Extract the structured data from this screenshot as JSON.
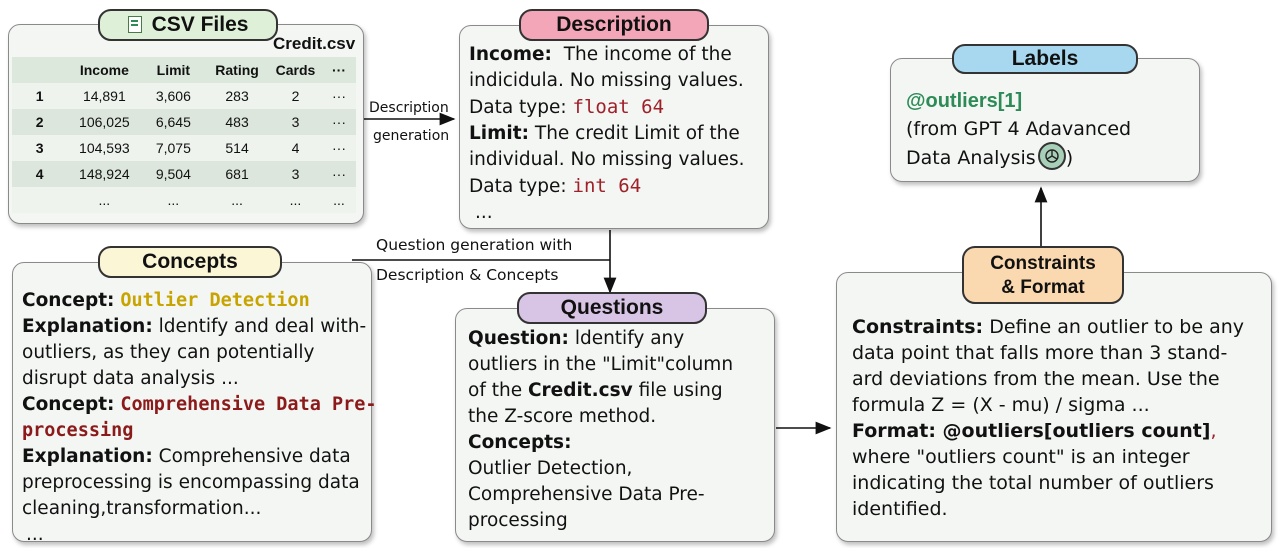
{
  "csv": {
    "title": "CSV Files",
    "filename": "Credit.csv",
    "headers": [
      "",
      "Income",
      "Limit",
      "Rating",
      "Cards",
      "···"
    ],
    "rows": [
      [
        "1",
        "14,891",
        "3,606",
        "283",
        "2",
        "···"
      ],
      [
        "2",
        "106,025",
        "6,645",
        "483",
        "3",
        "···"
      ],
      [
        "3",
        "104,593",
        "7,075",
        "514",
        "4",
        "···"
      ],
      [
        "4",
        "148,924",
        "9,504",
        "681",
        "3",
        "···"
      ],
      [
        "",
        "...",
        "...",
        "...",
        "...",
        "..."
      ]
    ]
  },
  "arrows": {
    "desc_gen_1": "Description",
    "desc_gen_2": "generation",
    "q_gen_1": "Question generation with",
    "q_gen_2": "Description & Concepts"
  },
  "description": {
    "title": "Description",
    "income_label": "Income:",
    "income_text_1": "The income of the",
    "income_text_2": "indicidula. No missing values.",
    "dtype_label": "Data type:",
    "income_dtype": "float 64",
    "limit_label": "Limit:",
    "limit_text_1": "The credit Limit of the",
    "limit_text_2": "individual. No missing values.",
    "limit_dtype": "int 64",
    "ellipsis": "..."
  },
  "labels": {
    "title": "Labels",
    "value": "@outliers[1]",
    "source_1": "(from GPT 4 Adavanced",
    "source_2": "Data Analysis",
    "source_close": ")",
    "logo_icon": "openai-logo-icon"
  },
  "concepts": {
    "title": "Concepts",
    "concept_label": "Concept:",
    "concept_1": "Outlier Detection",
    "explanation_label": "Explanation:",
    "expl_1_1": "ldentify and deal with-",
    "expl_1_2": "outliers, as they can potentially",
    "expl_1_3": "disrupt data analysis ...",
    "concept_2_1": "Comprehensive Data Pre-",
    "concept_2_2": "processing",
    "expl_2_1": "Comprehensive data",
    "expl_2_2": "preprocessing is encompassing data",
    "expl_2_3": "cleaning,transformation...",
    "ellipsis": "..."
  },
  "questions": {
    "title": "Questions",
    "question_label": "Question:",
    "q_1": "ldentify any",
    "q_2": "outliers in the \"Limit\"column",
    "q_3_pre": "of the",
    "q_3_file": "Credit.csv",
    "q_3_post": "file using",
    "q_4": "the Z-score method.",
    "concepts_label": "Concepts:",
    "c_1": "Outlier Detection,",
    "c_2": "Comprehensive Data Pre-",
    "c_3": "processing"
  },
  "constraints": {
    "title_1": "Constraints",
    "title_2": "& Format",
    "constraints_label": "Constraints:",
    "c_1": "Define an outlier to be any",
    "c_2": "data point that falls more than 3 stand-",
    "c_3": "ard deviations from the mean. Use the",
    "c_4": "formula Z = (X - mu) / sigma ...",
    "format_label": "Format: @outliers[outliers count]",
    "format_comma": ",",
    "f_1": "where \"outliers count\" is an integer",
    "f_2": "indicating the total number of outliers",
    "f_3": "identified."
  },
  "colors": {
    "csv_tag": "#dff0d8",
    "description_tag": "#f3a6b8",
    "labels_tag": "#a8d8f0",
    "concepts_tag": "#fbf6d6",
    "questions_tag": "#d8c4e4",
    "constraints_tag": "#fbd9b0",
    "outlier_concept": "#c8a400",
    "preprocessing_concept": "#8b1a1a",
    "labels_value": "#2e8b57",
    "dtype": "#a0202a",
    "format_comma": "#a0202a"
  }
}
